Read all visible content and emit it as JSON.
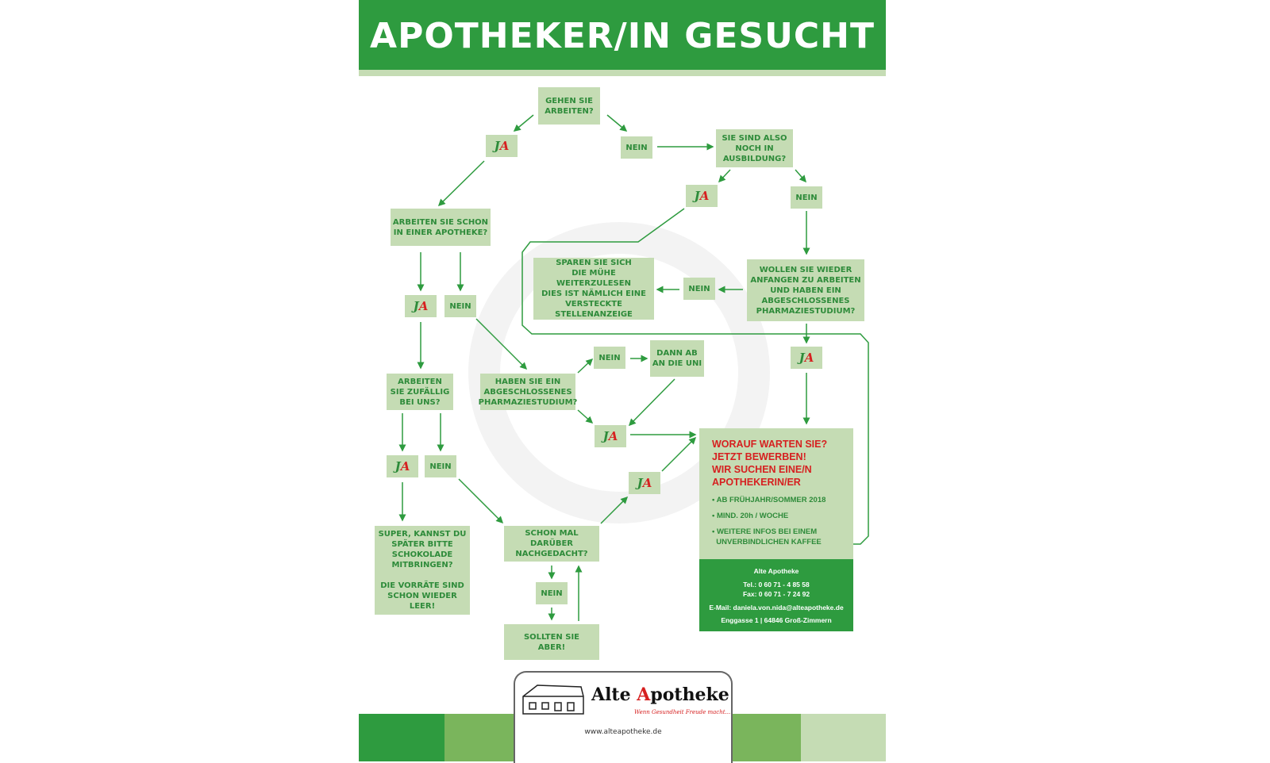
{
  "title": "APOTHEKER/IN GESUCHT",
  "ja_label": {
    "j": "J",
    "a": "A"
  },
  "nein": "NEIN",
  "questions": {
    "q1": "GEHEN SIE\nARBEITEN?",
    "q2": "SIE SIND ALSO\nNOCH IN\nAUSBILDUNG?",
    "q3": "ARBEITEN SIE SCHON\nIN EINER APOTHEKE?",
    "q4": "SPAREN SIE SICH\nDIE MÜHE WEITERZULESEN\nDIES IST NÄMLICH EINE\nVERSTECKTE\nSTELLENANZEIGE",
    "q5": "WOLLEN SIE WIEDER\nANFANGEN ZU ARBEITEN\nUND HABEN EIN\nABGESCHLOSSENES\nPHARMAZIESTUDIUM?",
    "q6": "DANN AB\nAN DIE UNI",
    "q7": "ARBEITEN\nSIE ZUFÄLLIG\nBEI UNS?",
    "q8": "HABEN SIE EIN\nABGESCHLOSSENES\nPHARMAZIESTUDIUM?",
    "q9": "SUPER, KANNST DU\nSPÄTER BITTE\nSCHOKOLADE\nMITBRINGEN?\n\nDIE VORRÄTE SIND\nSCHON WIEDER LEER!",
    "q10": "SCHON MAL DARÜBER\nNACHGEDACHT?",
    "q11": "SOLLTEN SIE\nABER!"
  },
  "result": {
    "headline": "WORAUF WARTEN SIE?\nJETZT BEWERBEN!\nWIR SUCHEN EINE/N\nAPOTHEKERIN/ER",
    "bullets": [
      "• AB FRÜHJAHR/SOMMER 2018",
      "• MIND. 20h / WOCHE",
      "• WEITERE INFOS BEI EINEM\n  UNVERBINDLICHEN KAFFEE"
    ]
  },
  "contact": {
    "name": "Alte Apotheke",
    "tel": "Tel.: 0 60 71 - 4 85 58",
    "fax": "Fax: 0 60 71 - 7 24 92",
    "email": "E-Mail: daniela.von.nida@alteapotheke.de",
    "address": "Enggasse 1 | 64846 Groß-Zimmern"
  },
  "logo": {
    "word1": "Alte",
    "initial": "A",
    "rest": "potheke",
    "slogan": "Wenn Gesundheit Freude macht...",
    "url": "www.alteapotheke.de"
  },
  "colors": {
    "green": "#2e9b3f",
    "box": "#c5dcb4",
    "red": "#d62020"
  }
}
